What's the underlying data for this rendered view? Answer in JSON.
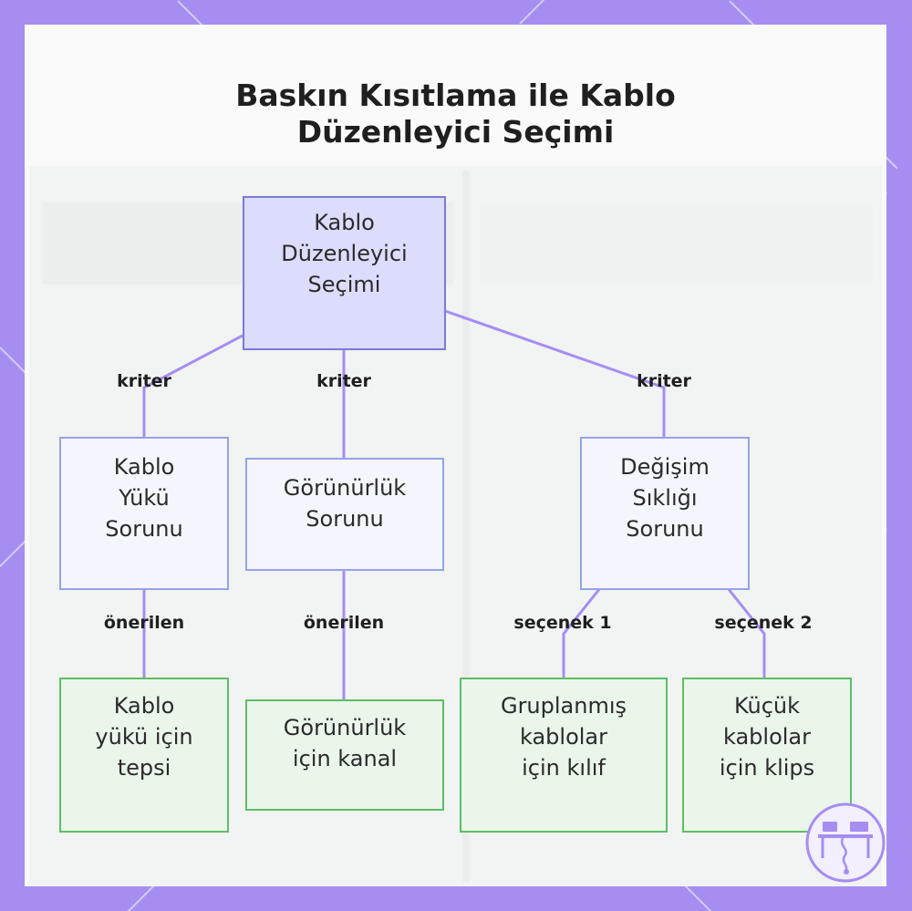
{
  "title": "Baskın Kısıtlama ile Kablo\nDüzenleyici Seçimi",
  "nodes": {
    "root": "Kablo\nDüzenleyici\nSeçimi",
    "load": "Kablo\nYükü\nSorunu",
    "visibility": "Görünürlük\nSorunu",
    "frequency": "Değişim\nSıklığı\nSorunu",
    "tray": "Kablo\nyükü için\ntepsi",
    "channel": "Görünürlük\niçin kanal",
    "sleeve": "Gruplanmış\nkablolar\niçin kılıf",
    "clips": "Küçük\nkablolar\niçin klips"
  },
  "edge_labels": {
    "criterion_load": "kriter",
    "criterion_visibility": "kriter",
    "criterion_frequency": "kriter",
    "recommended_tray": "önerilen",
    "recommended_channel": "önerilen",
    "option_1": "seçenek 1",
    "option_2": "seçenek 2"
  },
  "colors": {
    "frame": "#a58df2",
    "root_fill": "#dcdcfd",
    "criterion_border": "#93a4e8",
    "solution_border": "#5cbf66",
    "edge": "#a58df2"
  },
  "icons": {
    "logo": "desk-cable-icon"
  }
}
